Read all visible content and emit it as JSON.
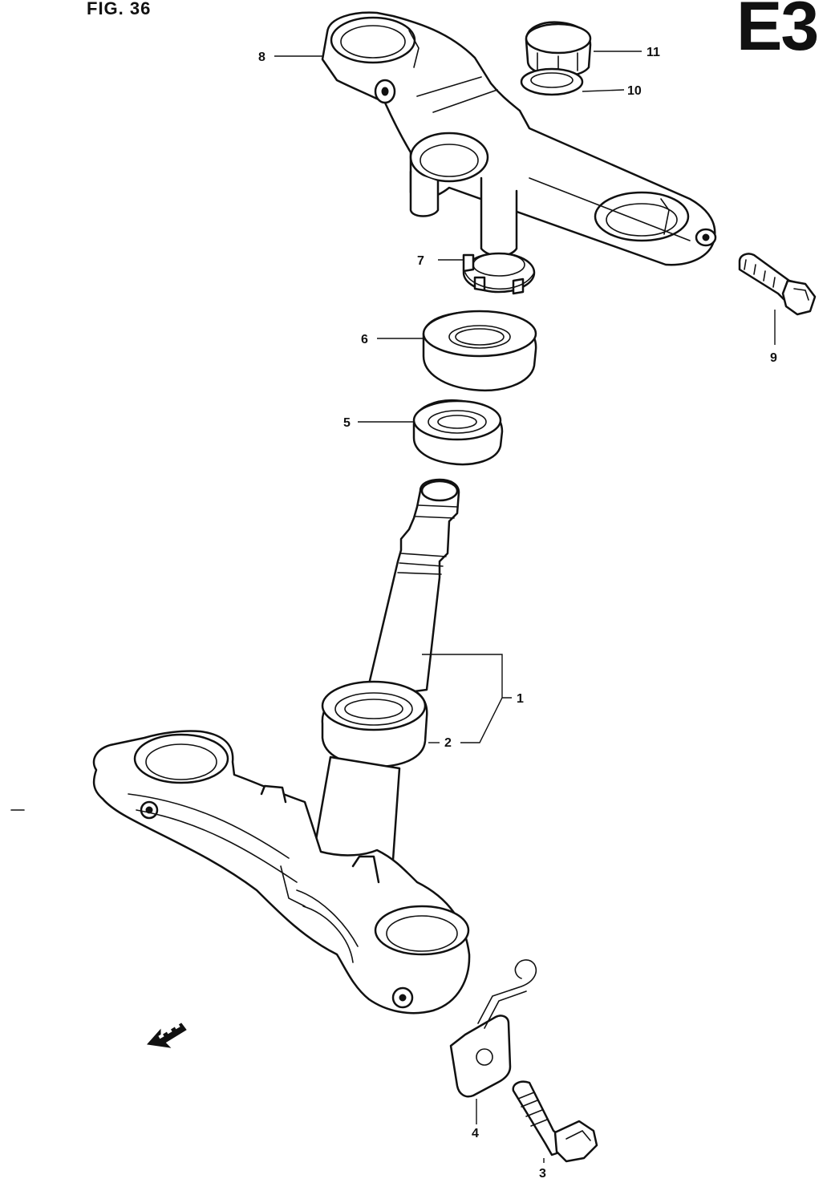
{
  "header": {
    "figure_label": "FIG. 36",
    "region_code": "E3"
  },
  "parts": [
    {
      "number": "1"
    },
    {
      "number": "2"
    },
    {
      "number": "3"
    },
    {
      "number": "4"
    },
    {
      "number": "5"
    },
    {
      "number": "6"
    },
    {
      "number": "7"
    },
    {
      "number": "8"
    },
    {
      "number": "9"
    },
    {
      "number": "10"
    },
    {
      "number": "11"
    }
  ],
  "colors": {
    "ink": "#111111",
    "paper": "#ffffff"
  },
  "icons": {
    "direction_marker": "front-arrow-icon"
  }
}
